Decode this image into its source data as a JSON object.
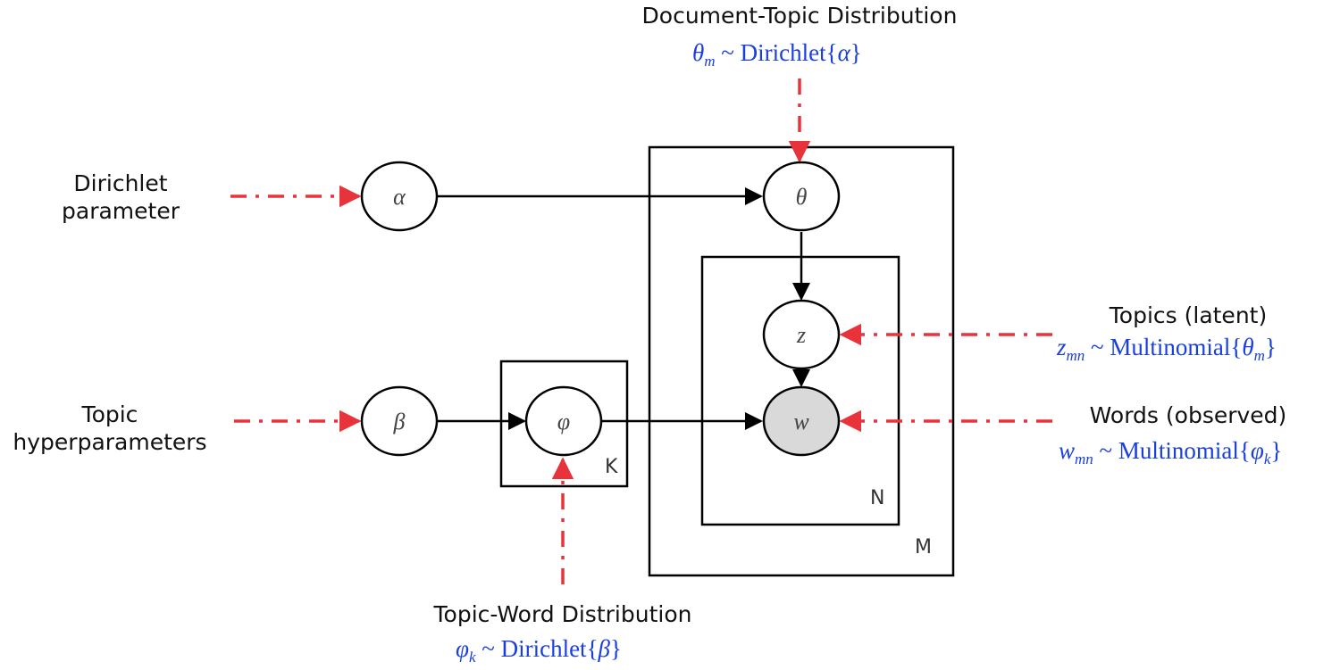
{
  "title": "Latent Dirichlet Allocation plate diagram",
  "labels": {
    "doc_topic": {
      "title": "Document-Topic Distribution",
      "var": "θ",
      "sub": "m",
      "dist": "Dirichlet",
      "param": "α"
    },
    "dirichlet_param": {
      "line1": "Dirichlet",
      "line2": "parameter"
    },
    "topic_hyper": {
      "line1": "Topic",
      "line2": "hyperparameters"
    },
    "topics": {
      "title": "Topics (latent)",
      "var": "z",
      "sub": "mn",
      "dist": "Multinomial",
      "param": "θ",
      "param_sub": "m"
    },
    "words": {
      "title": "Words (observed)",
      "var": "w",
      "sub": "mn",
      "dist": "Multinomial",
      "param": "φ",
      "param_sub": "k"
    },
    "topic_word": {
      "title": "Topic-Word Distribution",
      "var": "φ",
      "sub": "k",
      "dist": "Dirichlet",
      "param": "β"
    }
  },
  "nodes": {
    "alpha": "α",
    "beta": "β",
    "theta": "θ",
    "phi": "φ",
    "z": "z",
    "w": "w"
  },
  "plates": {
    "K": "K",
    "N": "N",
    "M": "M"
  },
  "colors": {
    "annotation_arrow": "#e8333a",
    "formula": "#1a3fe0",
    "observed_fill": "#d9d9d9"
  }
}
